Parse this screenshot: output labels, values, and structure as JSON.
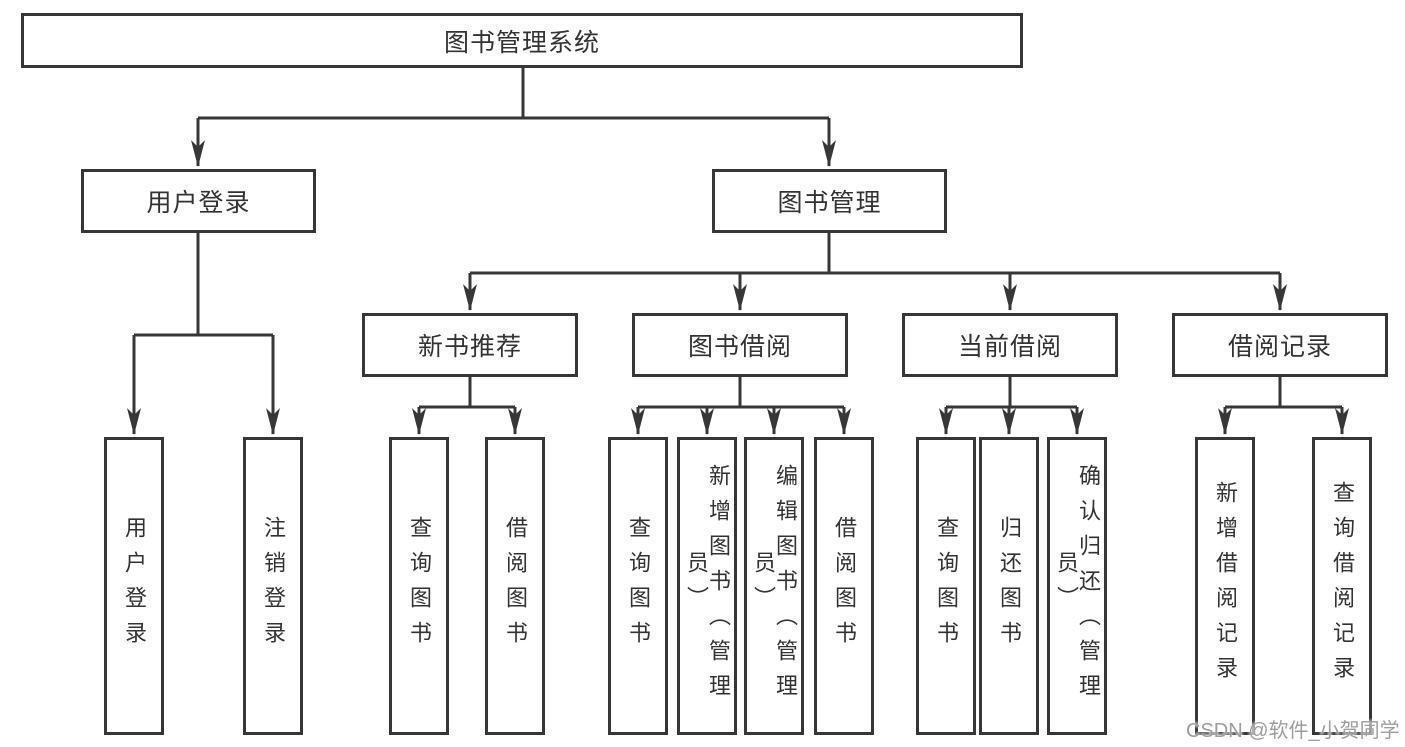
{
  "diagram": {
    "root": {
      "label": "图书管理系统"
    },
    "level2": [
      {
        "label": "用户登录"
      },
      {
        "label": "图书管理"
      }
    ],
    "level3": [
      {
        "label": "新书推荐"
      },
      {
        "label": "图书借阅"
      },
      {
        "label": "当前借阅"
      },
      {
        "label": "借阅记录"
      }
    ],
    "leaves": {
      "user_login": [
        "用户登录",
        "注销登录"
      ],
      "new_book_recommend": [
        "查询图书",
        "借阅图书"
      ],
      "book_borrow": [
        "查询图书",
        "新增图书（管理员）",
        "编辑图书（管理员）",
        "借阅图书"
      ],
      "current_borrow": [
        "查询图书",
        "归还图书",
        "确认归还（管理员）"
      ],
      "borrow_records": [
        "新增借阅记录",
        "查询借阅记录"
      ]
    }
  },
  "watermark": {
    "text": "CSDN @软件_小贺同学"
  },
  "colors": {
    "line": "#373737",
    "text": "#333333",
    "watermark": "#9e9e9e",
    "background": "#ffffff"
  }
}
